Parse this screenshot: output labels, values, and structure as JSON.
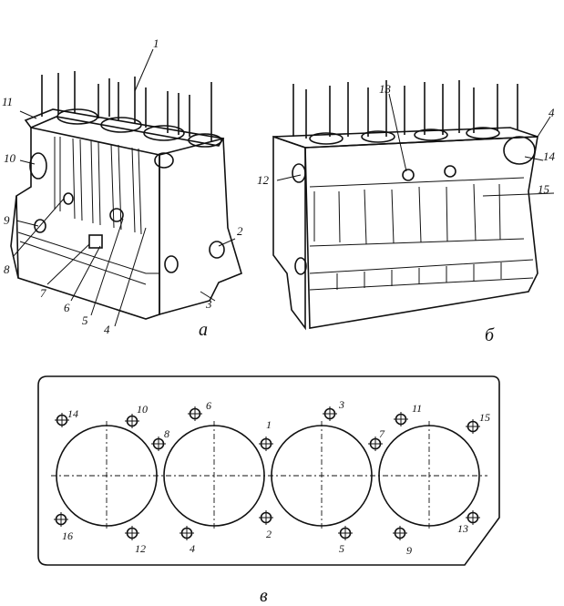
{
  "view_a": {
    "caption": "а",
    "callouts": [
      {
        "id": "c1",
        "text": "1"
      },
      {
        "id": "c2",
        "text": "2"
      },
      {
        "id": "c3",
        "text": "3"
      },
      {
        "id": "c4",
        "text": "4"
      },
      {
        "id": "c5",
        "text": "5"
      },
      {
        "id": "c6",
        "text": "6"
      },
      {
        "id": "c7",
        "text": "7"
      },
      {
        "id": "c8",
        "text": "8"
      },
      {
        "id": "c9",
        "text": "9"
      },
      {
        "id": "c10",
        "text": "10"
      },
      {
        "id": "c11",
        "text": "11"
      }
    ]
  },
  "view_b": {
    "caption": "б",
    "callouts": [
      {
        "id": "c4b",
        "text": "4"
      },
      {
        "id": "c12",
        "text": "12"
      },
      {
        "id": "c13",
        "text": "13"
      },
      {
        "id": "c14",
        "text": "14"
      },
      {
        "id": "c15",
        "text": "15"
      }
    ]
  },
  "view_c": {
    "caption": "в",
    "bolt_numbers": [
      "14",
      "10",
      "8",
      "6",
      "1",
      "3",
      "7",
      "11",
      "15",
      "16",
      "12",
      "4",
      "2",
      "5",
      "9",
      "13"
    ]
  }
}
